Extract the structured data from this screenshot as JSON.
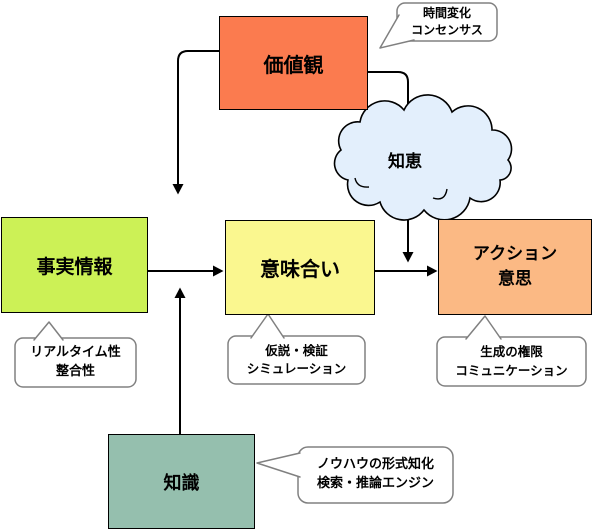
{
  "diagram": {
    "nodes": {
      "values": {
        "label": "価値観",
        "fill": "#FB7B4F"
      },
      "facts": {
        "label": "事実情報",
        "fill": "#CCF156"
      },
      "meaning": {
        "label": "意味合い",
        "fill": "#FAF78F"
      },
      "action": {
        "lines": [
          "アクション",
          "意思"
        ],
        "fill": "#FBB984"
      },
      "knowledge": {
        "label": "知識",
        "fill": "#95BFAE"
      },
      "wisdom": {
        "label": "知恵",
        "fill": "#E3EFFC"
      }
    },
    "callouts": {
      "values_note": {
        "lines": [
          "時間変化",
          "コンセンサス"
        ]
      },
      "facts_note": {
        "lines": [
          "リアルタイム性",
          "整合性"
        ]
      },
      "meaning_note": {
        "lines": [
          "仮説・検証",
          "シミュレーション"
        ]
      },
      "action_note": {
        "lines": [
          "生成の権限",
          "コミュニケーション"
        ]
      },
      "knowledge_note": {
        "lines": [
          "ノウハウの形式知化",
          "検索・推論エンジン"
        ]
      }
    },
    "colors": {
      "box_border": "#000000",
      "callout_border": "#808080",
      "arrow": "#000000",
      "background": "#ffffff"
    }
  }
}
